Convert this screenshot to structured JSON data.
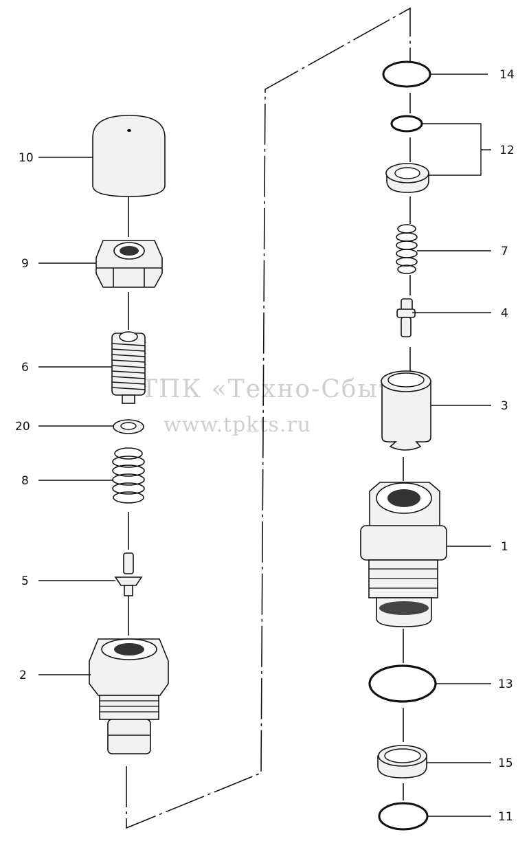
{
  "callouts": {
    "c10": "10",
    "c9": "9",
    "c6": "6",
    "c20": "20",
    "c8": "8",
    "c5": "5",
    "c2": "2",
    "c14": "14",
    "c12": "12",
    "c7": "7",
    "c4": "4",
    "c3": "3",
    "c1": "1",
    "c13": "13",
    "c15": "15",
    "c11": "11"
  },
  "watermark": {
    "line1": "ТПК «Техно-Сбыт»",
    "line2": "www.tpkts.ru"
  }
}
